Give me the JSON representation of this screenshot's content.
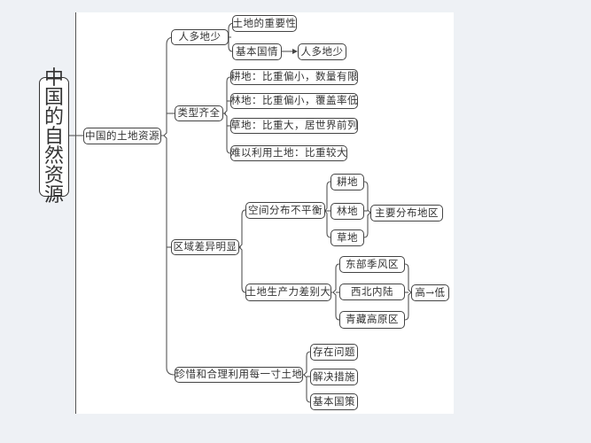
{
  "title": {
    "chars": [
      "中",
      "国",
      "的",
      "自",
      "然",
      "资",
      "源"
    ],
    "text": "中国的自然资源"
  },
  "root": {
    "label": "中国的土地资源"
  },
  "branches": [
    {
      "label": "人多地少",
      "children": [
        {
          "label": "土地的重要性"
        },
        {
          "label": "基本国情",
          "arrow_to": "人多地少"
        }
      ]
    },
    {
      "label": "类型齐全",
      "children": [
        {
          "label": "耕地：比重偏小，数量有限"
        },
        {
          "label": "林地：比重偏小，覆盖率低"
        },
        {
          "label": "草地：比重大，居世界前列"
        },
        {
          "label": "难以利用土地：比重较大"
        }
      ]
    },
    {
      "label": "区域差异明显",
      "children": [
        {
          "label": "空间分布不平衡",
          "children": [
            {
              "label": "耕地"
            },
            {
              "label": "林地"
            },
            {
              "label": "草地"
            }
          ],
          "merge_to": "主要分布地区"
        },
        {
          "label": "土地生产力差别大",
          "children": [
            {
              "label": "东部季风区"
            },
            {
              "label": "西北内陆"
            },
            {
              "label": "青藏高原区"
            }
          ],
          "merge_to": "高→低"
        }
      ]
    },
    {
      "label": "珍惜和合理利用每一寸土地",
      "children": [
        {
          "label": "存在问题"
        },
        {
          "label": "解决措施"
        },
        {
          "label": "基本国策"
        }
      ]
    }
  ],
  "colors": {
    "background": "#eef1f5",
    "panel": "#ffffff",
    "line": "#555555",
    "text": "#333333"
  }
}
